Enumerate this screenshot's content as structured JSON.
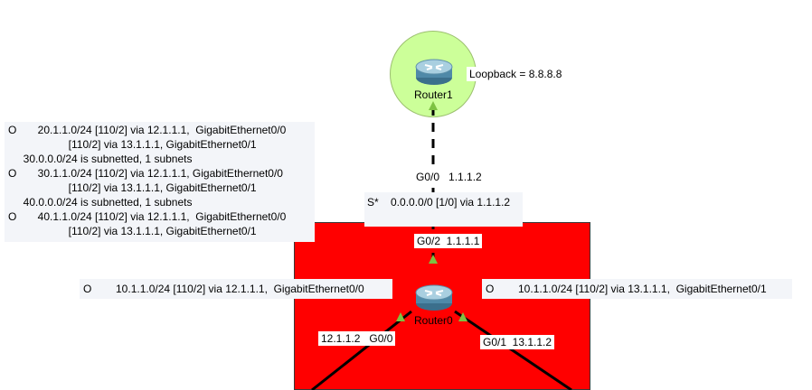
{
  "devices": {
    "router1": {
      "name": "Router1",
      "icon": "router-icon"
    },
    "router0": {
      "name": "Router0",
      "icon": "router-icon"
    }
  },
  "loopback_label": "Loopback = 8.8.8.8",
  "interfaces": {
    "r1_g0_0": "G0/0   1.1.1.2",
    "r0_g0_2": "G0/2  1.1.1.1",
    "r0_g0_0": "12.1.1.2   G0/0",
    "r0_g0_1": "G0/1  13.1.1.2"
  },
  "static_route": "S*    0.0.0.0/0 [1/0] via 1.1.1.2",
  "routing_table_left": [
    "O       20.1.1.0/24 [110/2] via 12.1.1.1,  GigabitEthernet0/0",
    "                    [110/2] via 13.1.1.1, GigabitEthernet0/1",
    "     30.0.0.0/24 is subnetted, 1 subnets",
    "O       30.1.1.0/24 [110/2] via 12.1.1.1, GigabitEthernet0/0",
    "                    [110/2] via 13.1.1.1, GigabitEthernet0/1",
    "     40.0.0.0/24 is subnetted, 1 subnets",
    "O       40.1.1.0/24 [110/2] via 12.1.1.1,  GigabitEthernet0/0",
    "                    [110/2] via 13.1.1.1, GigabitEthernet0/1"
  ],
  "route_g0_0": "O        10.1.1.0/24 [110/2] via 12.1.1.1,  GigabitEthernet0/0",
  "route_g0_1": "O        10.1.1.0/24 [110/2] via 13.1.1.1,  GigabitEthernet0/1",
  "colors": {
    "zone_red": "#ff0000",
    "zone_green": "#ccff99",
    "link_up": "#7dc242",
    "link": "#000000"
  }
}
